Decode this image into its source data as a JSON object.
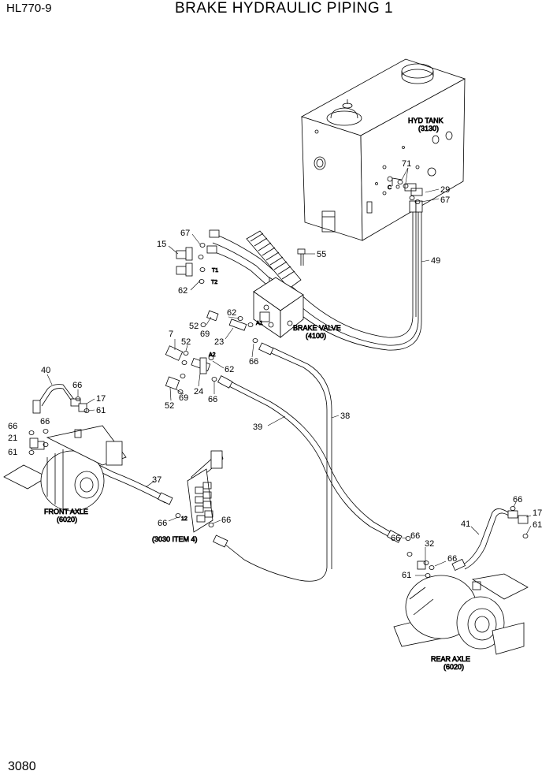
{
  "header": {
    "model": "HL770-9",
    "title": "BRAKE HYDRAULIC PIPING 1"
  },
  "page_number": "3080",
  "components": {
    "hyd_tank": {
      "name": "HYD  TANK",
      "ref": "(3130)"
    },
    "brake_valve": {
      "name": "BRAKE VALVE",
      "ref": "(4100)"
    },
    "front_axle": {
      "name": "FRONT AXLE",
      "ref": "(6020)"
    },
    "rear_axle": {
      "name": "REAR AXLE",
      "ref": "(6020)"
    },
    "manifold": {
      "ref": "(3030 ITEM 4)"
    }
  },
  "port_labels": {
    "t1": "T1",
    "t2": "T2",
    "a1": "A1",
    "a2": "A2",
    "p12": "12",
    "c": "C"
  },
  "callouts": [
    "71",
    "29",
    "67",
    "49",
    "55",
    "67",
    "15",
    "62",
    "52",
    "69",
    "62",
    "23",
    "7",
    "52",
    "66",
    "62",
    "24",
    "52",
    "69",
    "66",
    "38",
    "39",
    "40",
    "66",
    "17",
    "61",
    "66",
    "66",
    "21",
    "61",
    "37",
    "66",
    "66",
    "66",
    "41",
    "66",
    "17",
    "61",
    "66",
    "32",
    "61",
    "66"
  ]
}
